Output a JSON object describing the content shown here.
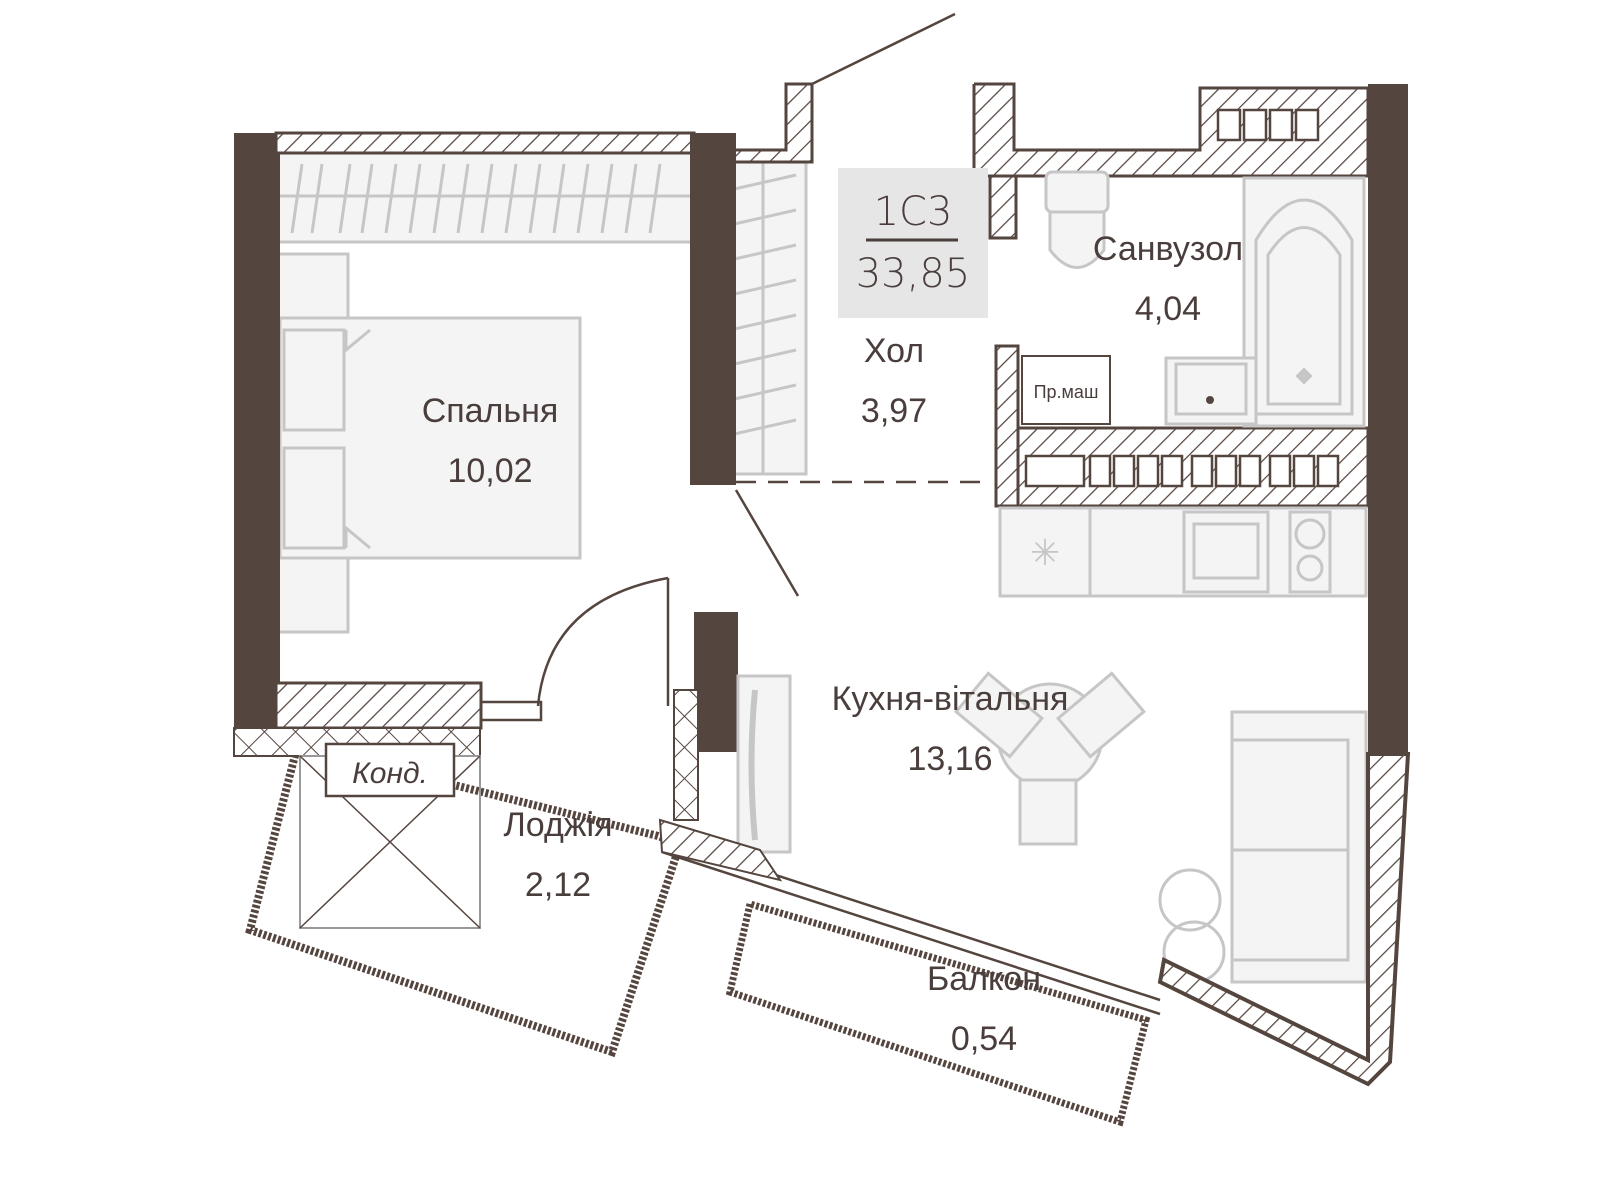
{
  "apartment": {
    "code": "1С3",
    "total_area": "33,85"
  },
  "rooms": [
    {
      "id": "bedroom",
      "name": "Спальня",
      "area": "10,02"
    },
    {
      "id": "hall",
      "name": "Хол",
      "area": "3,97"
    },
    {
      "id": "bathroom",
      "name": "Санвузол",
      "area": "4,04"
    },
    {
      "id": "kitchen-living",
      "name": "Кухня-вітальня",
      "area": "13,16"
    },
    {
      "id": "loggia",
      "name": "Лоджія",
      "area": "2,12"
    },
    {
      "id": "balcony",
      "name": "Балкон",
      "area": "0,54"
    }
  ],
  "fixtures": {
    "washing_machine": "Пр.маш",
    "air_conditioner": "Конд."
  },
  "colors": {
    "wall": "#55453f",
    "text": "#4a3e3c",
    "furniture": "#c6c6c6",
    "badge_bg": "#e6e6e6"
  }
}
